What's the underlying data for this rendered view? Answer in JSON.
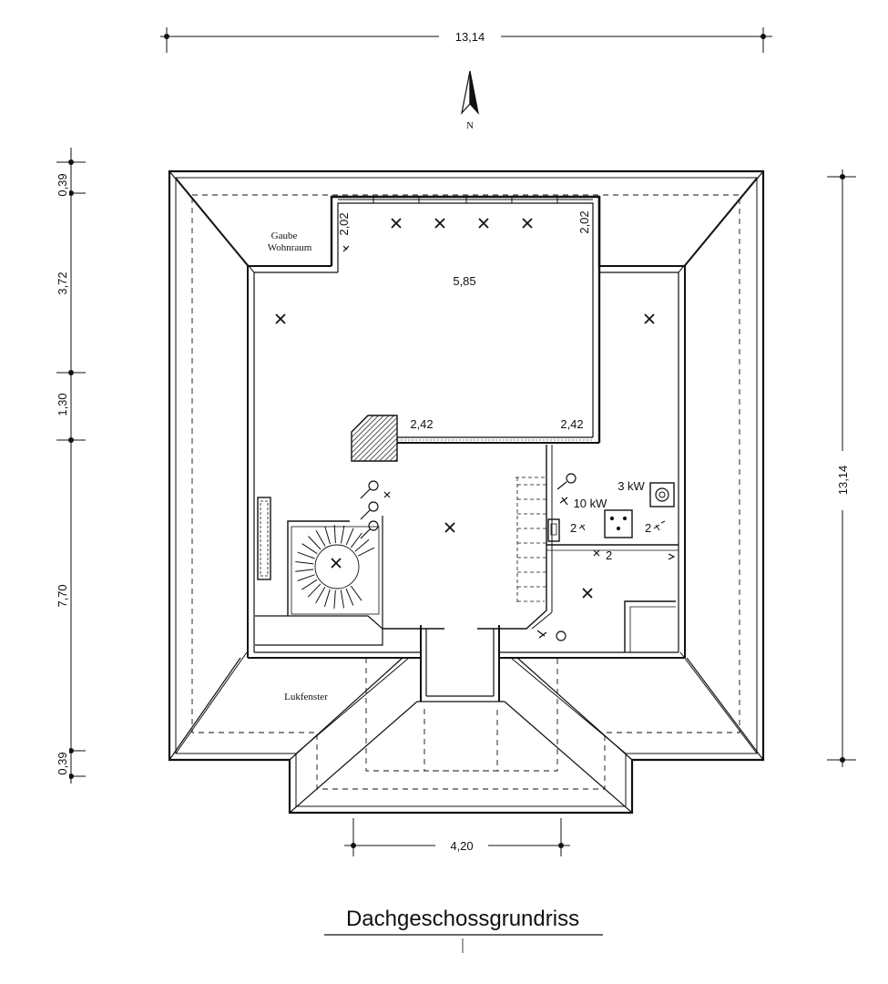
{
  "title": "Dachgeschossgrundriss",
  "north_label": "N",
  "dimensions": {
    "top_total": "13,14",
    "right_total": "13,14",
    "bottom_width": "4,20",
    "left_segments": [
      "0,39",
      "3,72",
      "1,30",
      "7,70",
      "0,39"
    ]
  },
  "room_labels": {
    "gaube_line1": "Gaube",
    "gaube_line2": "Wohnraum",
    "lukfenster": "Lukfenster"
  },
  "heights": {
    "top_left": "2,02",
    "top_right": "2,02",
    "mid_left": "2,42",
    "mid_right": "2,42",
    "room": "5,85"
  },
  "electrical": {
    "power_3kw": "3 kW",
    "power_10kw": "10 kW",
    "socket_a": "2",
    "socket_b": "2",
    "socket_c": "2"
  }
}
